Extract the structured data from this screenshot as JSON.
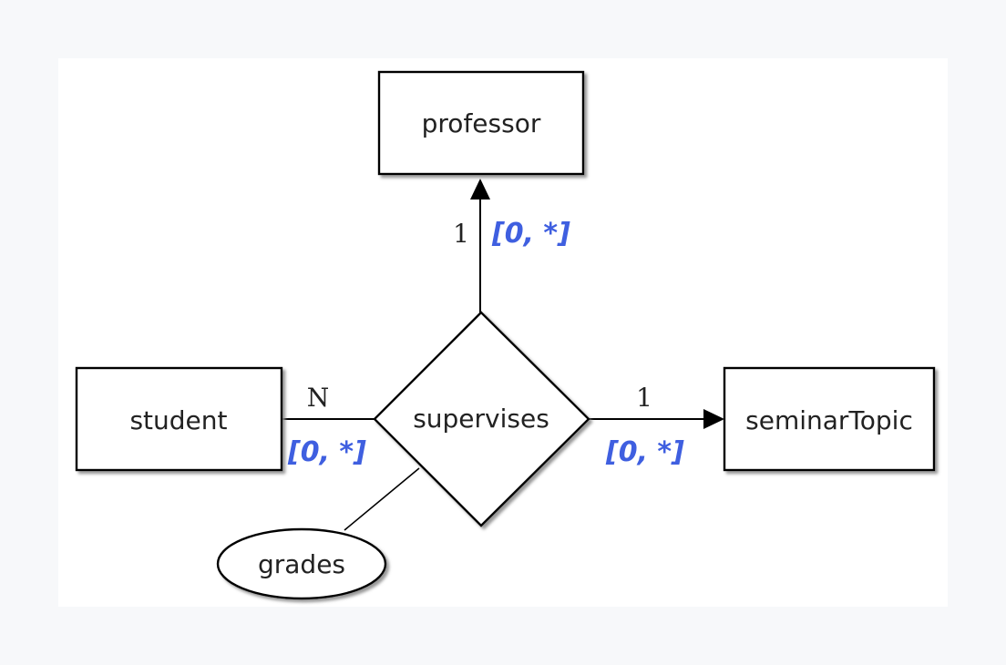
{
  "colors": {
    "page_background": "#f7f8fa",
    "diagram_background": "#ffffff",
    "stroke": "#000000",
    "shadow": "#9a9a9a",
    "annotation": "#3f5fe0"
  },
  "entities": {
    "professor": "professor",
    "student": "student",
    "seminar_topic": "seminarTopic"
  },
  "relationship": {
    "label": "supervises"
  },
  "attribute": {
    "label": "grades"
  },
  "cardinalities": {
    "professor": "1",
    "student": "N",
    "seminar_topic": "1"
  },
  "annotations": {
    "professor": "[0, *]",
    "student": "[0, *]",
    "seminar_topic": "[0, *]"
  }
}
